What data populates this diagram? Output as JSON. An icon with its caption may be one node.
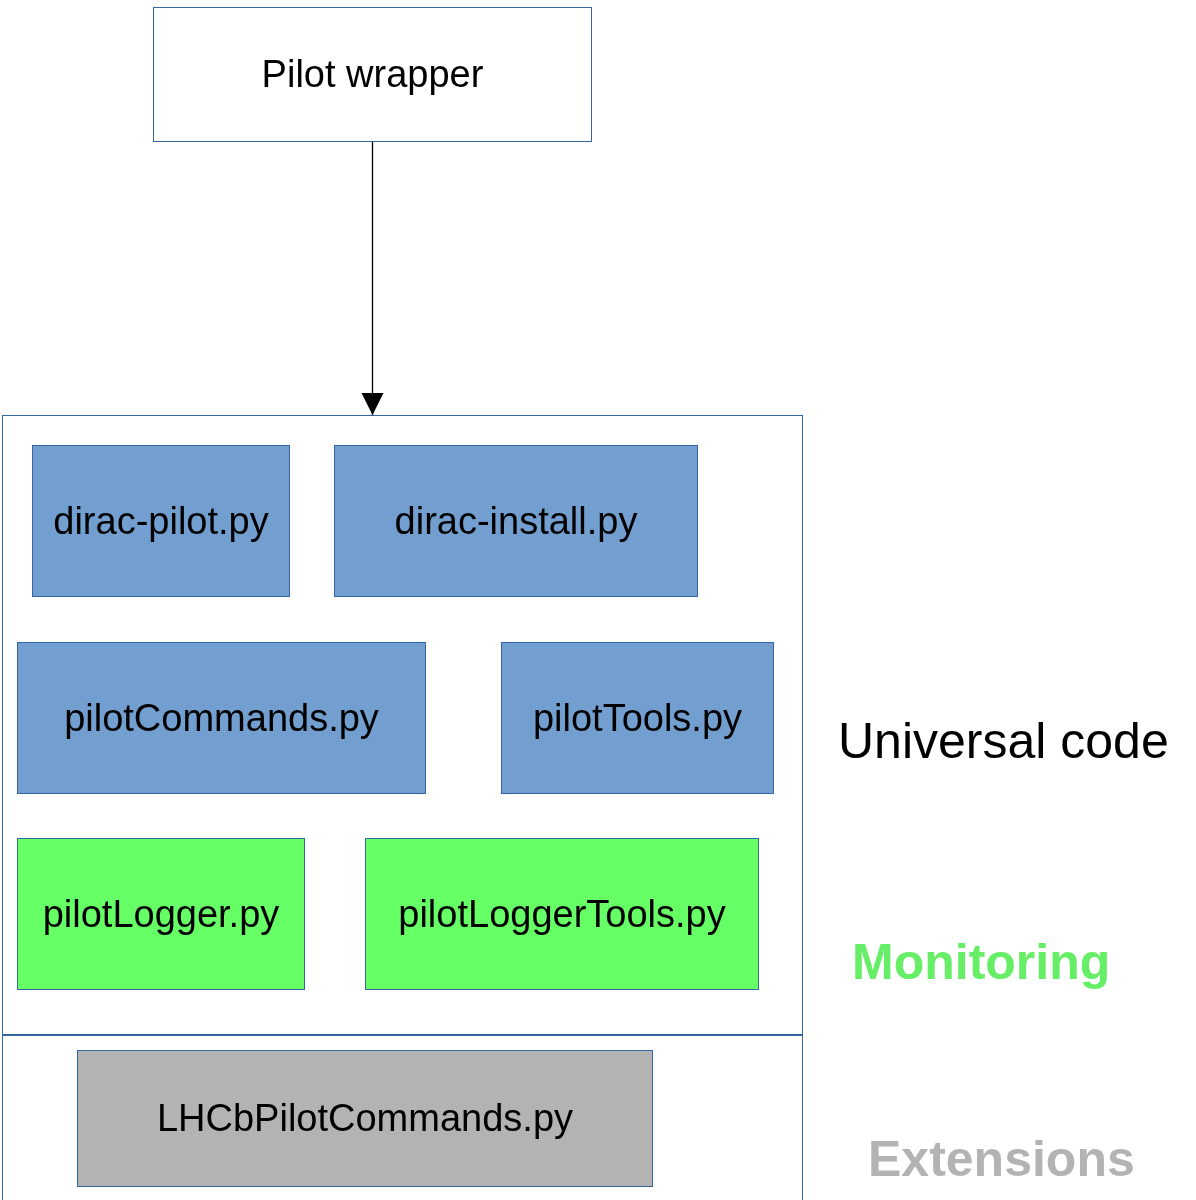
{
  "diagram": {
    "nodes": [
      {
        "text": [
          "Pilot wrapper"
        ]
      },
      {
        "text": [],
        "shape": "box"
      },
      {
        "text": [
          "dirac-pilot.py"
        ],
        "in": 1
      },
      {
        "text": [
          "dirac-install.py"
        ],
        "in": 1
      },
      {
        "text": [
          "pilotCommands.py"
        ],
        "in": 1
      },
      {
        "text": [
          "pilotTools.py"
        ],
        "in": 1
      },
      {
        "text": [
          "pilotLogger.py"
        ],
        "in": 1
      },
      {
        "text": [
          "pilotLoggerTools.py"
        ],
        "in": 1
      },
      {
        "text": [],
        "shape": "box"
      },
      {
        "text": [
          "LHCbPilotCommands.py"
        ],
        "in": 8
      }
    ],
    "edges": [
      {
        "from": 0,
        "to": 1,
        "arrow": "to"
      }
    ],
    "labels": [
      "Universal code",
      "Monitoring",
      "Extensions"
    ]
  }
}
